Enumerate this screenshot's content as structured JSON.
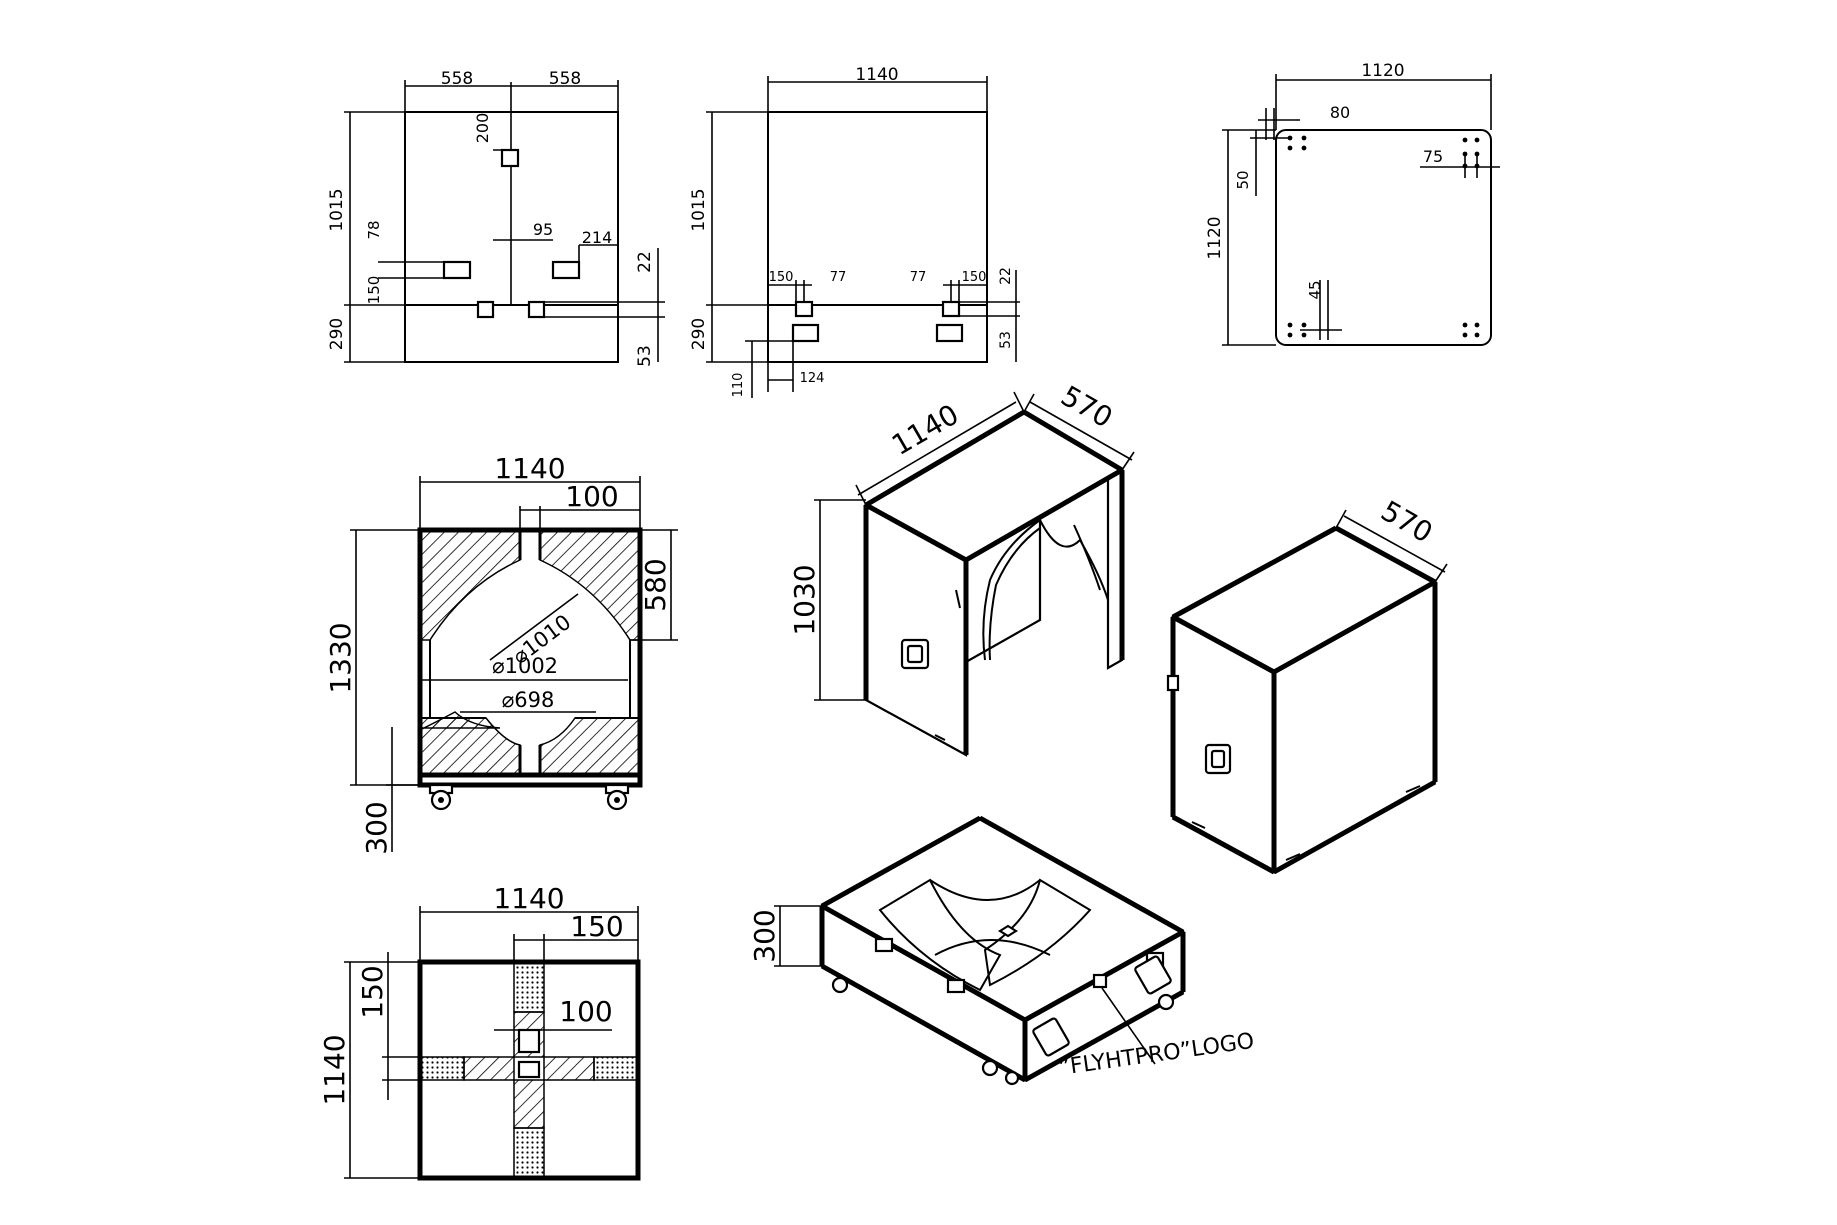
{
  "views": {
    "side_panel": {
      "dims": {
        "half_left": "558",
        "half_right": "558",
        "height": "1015",
        "base": "290",
        "d200": "200",
        "d78": "78",
        "d150": "150",
        "d95": "95",
        "d214": "214",
        "d22": "22",
        "d53": "53"
      }
    },
    "front_panel": {
      "dims": {
        "width": "1140",
        "height": "1015",
        "base": "290",
        "d150a": "150",
        "d77a": "77",
        "d77b": "77",
        "d150b": "150",
        "d22": "22",
        "d53": "53",
        "d110": "110",
        "d124": "124"
      }
    },
    "top_panel": {
      "dims": {
        "width": "1120",
        "height": "1120",
        "d80": "80",
        "d75": "75",
        "d50": "50",
        "d45": "45"
      }
    },
    "front_section": {
      "dims": {
        "width": "1140",
        "slot": "100",
        "height": "1330",
        "upper": "580",
        "wheels": "300",
        "dia_outer": "⌀1010",
        "dia_inner": "⌀1002",
        "dia_small": "⌀698"
      }
    },
    "bottom_plan": {
      "dims": {
        "width": "1140",
        "cross_width": "150",
        "depth": "1140",
        "cross_depth": "150",
        "center": "100"
      }
    },
    "iso_open_case": {
      "dims": {
        "width": "1140",
        "depth": "570",
        "height": "1030"
      }
    },
    "iso_closed_case": {
      "dims": {
        "depth": "570"
      }
    },
    "iso_base_tray": {
      "dims": {
        "height": "300"
      },
      "logo_note": "”FLYHTPRO”LOGO"
    }
  }
}
